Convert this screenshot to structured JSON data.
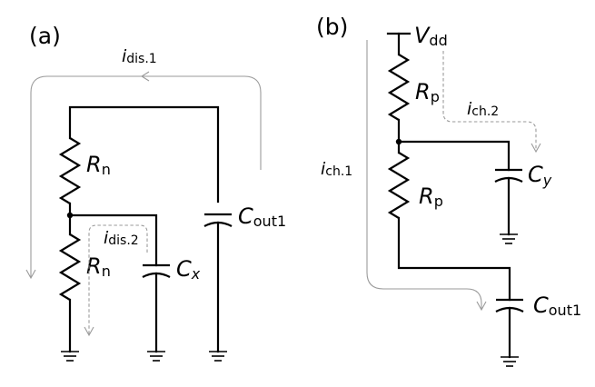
{
  "panel_a": {
    "tag": "(a)",
    "rn_top": {
      "sym": "R",
      "sub": "n"
    },
    "rn_bottom": {
      "sym": "R",
      "sub": "n"
    },
    "cx": {
      "sym": "C",
      "sub": "x"
    },
    "cout": {
      "sym": "C",
      "sub": "out1"
    },
    "idis1": {
      "sym": "i",
      "sub": "dis.1"
    },
    "idis2": {
      "sym": "i",
      "sub": "dis.2"
    }
  },
  "panel_b": {
    "tag": "(b)",
    "vdd": {
      "sym": "V",
      "sub": "dd"
    },
    "rp_top": {
      "sym": "R",
      "sub": "p"
    },
    "rp_bottom": {
      "sym": "R",
      "sub": "p"
    },
    "cy": {
      "sym": "C",
      "sub": "y"
    },
    "cout": {
      "sym": "C",
      "sub": "out1"
    },
    "ich1": {
      "sym": "i",
      "sub": "ch.1"
    },
    "ich2": {
      "sym": "i",
      "sub": "ch.2"
    }
  },
  "colors": {
    "wire": "#000000",
    "current_path": "#9a9a9a",
    "background": "#ffffff"
  }
}
